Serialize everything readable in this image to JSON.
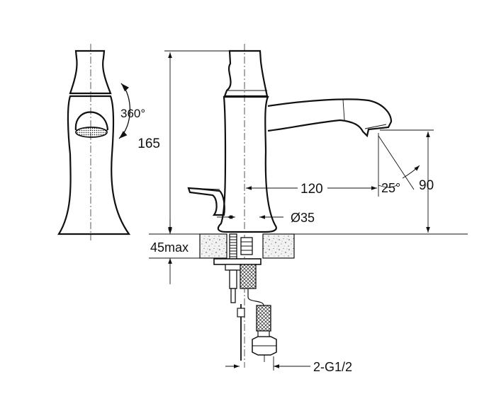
{
  "drawing": {
    "dimensions": {
      "height": "165",
      "rotation": "360°",
      "spout_reach": "120",
      "outlet_angle": "25°",
      "outlet_height": "90",
      "hole_diameter": "Ø35",
      "deck_thickness": "45max",
      "connections": "2-G1/2"
    }
  }
}
